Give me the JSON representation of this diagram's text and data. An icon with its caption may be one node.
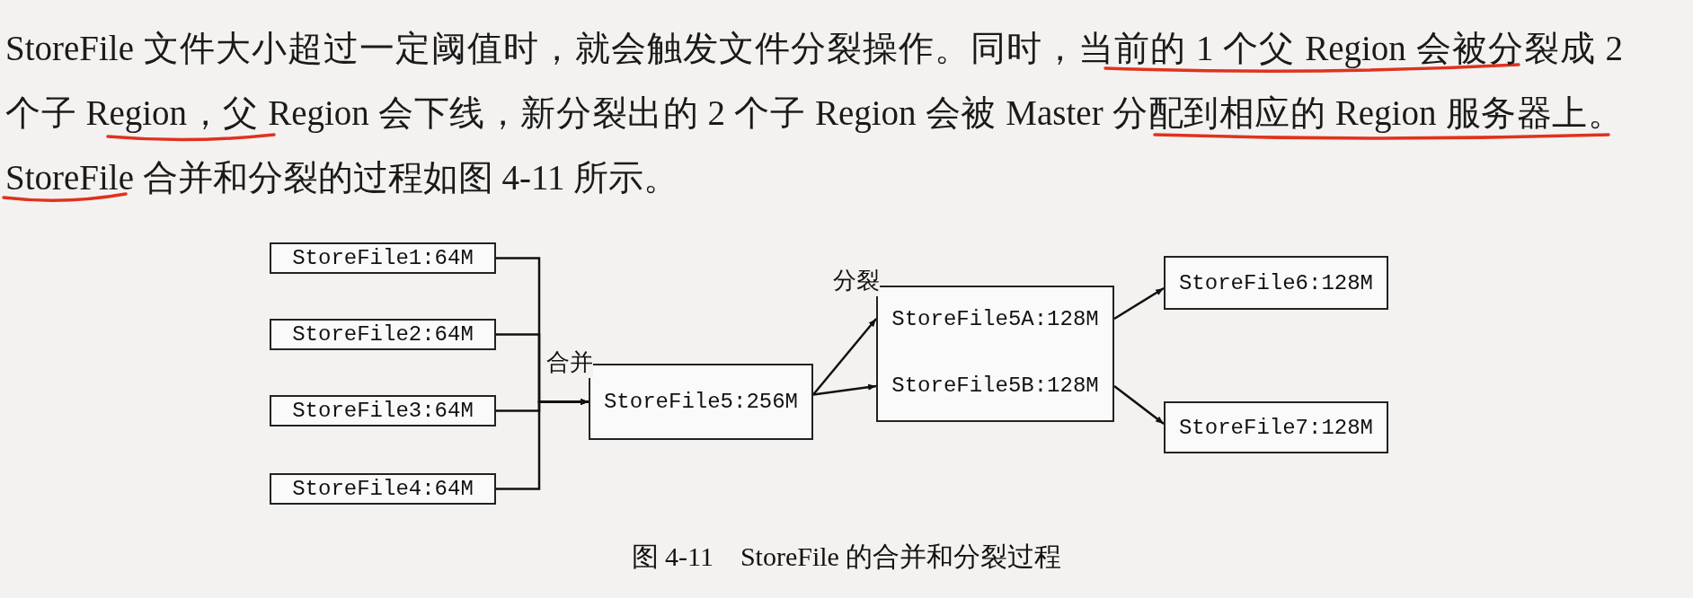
{
  "diagram": {
    "caption": "图 4-11　StoreFile 的合并和分裂过程",
    "nodes": [
      {
        "text": [
          "StoreFile1:64M"
        ]
      },
      {
        "text": [
          "StoreFile2:64M"
        ]
      },
      {
        "text": [
          "StoreFile3:64M"
        ]
      },
      {
        "text": [
          "StoreFile4:64M"
        ]
      },
      {
        "text": [
          "StoreFile5:256M"
        ]
      },
      {
        "text": [
          "StoreFile5A:128M"
        ]
      },
      {
        "text": [
          "StoreFile5B:128M"
        ]
      },
      {
        "text": [
          "StoreFile6:128M"
        ]
      },
      {
        "text": [
          "StoreFile7:128M"
        ]
      }
    ],
    "edges": [
      {
        "from": 0,
        "to": 4,
        "arrow": "to"
      },
      {
        "from": 1,
        "to": 4,
        "arrow": "to",
        "label": "合并"
      },
      {
        "from": 2,
        "to": 4,
        "arrow": "to"
      },
      {
        "from": 3,
        "to": 4,
        "arrow": "to"
      },
      {
        "from": 4,
        "to": 5,
        "arrow": "to",
        "label": "分裂"
      },
      {
        "from": 4,
        "to": 6,
        "arrow": "to"
      },
      {
        "from": 5,
        "to": 7,
        "arrow": "to"
      },
      {
        "from": 6,
        "to": 8,
        "arrow": "to"
      }
    ],
    "labels": [
      "StoreFile 文件大小超过一定阈值时，就会触发文件分裂操作。同时，当前的 1 个父 Region 会被分裂成 2 个子 Region，父 Region 会下线，新分裂出的 2 个子 Region 会被 Master 分配到相应的 Region 服务器上。StoreFile 合并和分裂的过程如图 4-11 所示。"
    ]
  }
}
